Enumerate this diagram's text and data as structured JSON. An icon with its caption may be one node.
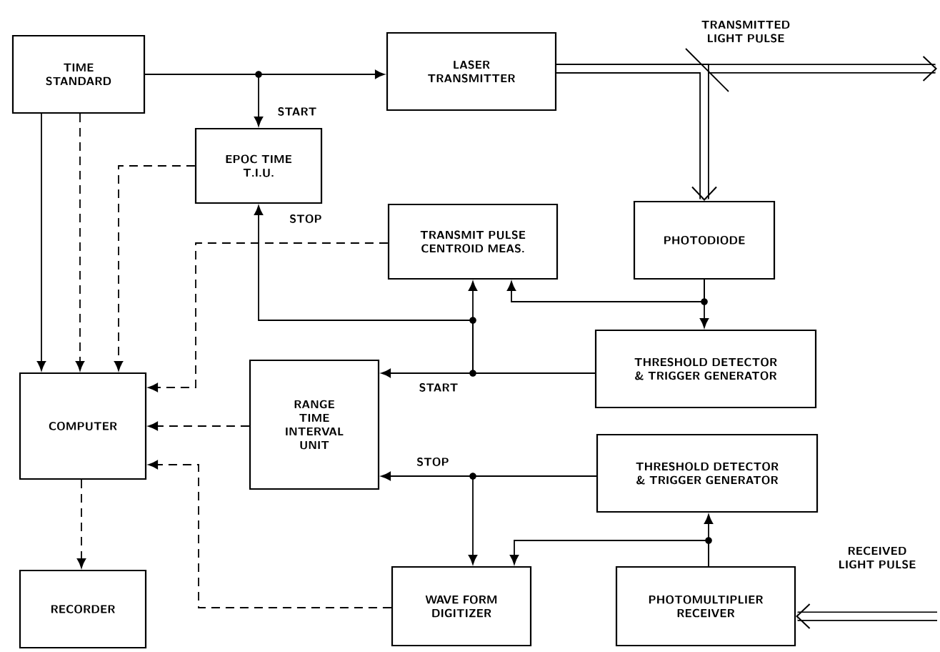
{
  "diagram": {
    "nodes": [
      {
        "text": [
          "TIME STANDARD"
        ]
      },
      {
        "text": [
          "LASER TRANSMITTER"
        ]
      },
      {
        "text": [
          "EPOC TIME T.I.U."
        ]
      },
      {
        "text": [
          "TRANSMIT PULSE CENTROID MEAS."
        ]
      },
      {
        "text": [
          "PHOTODIODE"
        ]
      },
      {
        "text": [
          "THRESHOLD DETECTOR & TRIGGER GENERATOR"
        ]
      },
      {
        "text": [
          "COMPUTER"
        ]
      },
      {
        "text": [
          "RANGE TIME INTERVAL UNIT"
        ]
      },
      {
        "text": [
          "THRESHOLD DETECTOR & TRIGGER GENERATOR"
        ]
      },
      {
        "text": [
          "RECORDER"
        ]
      },
      {
        "text": [
          "WAVE FORM DIGITIZER"
        ]
      },
      {
        "text": [
          "PHOTOMULTIPLIER RECEIVER"
        ]
      }
    ],
    "edges": [
      {
        "from": 0,
        "to": 1,
        "arrow": "to"
      },
      {
        "from": 0,
        "to": 2,
        "arrow": "to",
        "label": "START"
      },
      {
        "from": 0,
        "to": 6,
        "arrow": "to"
      },
      {
        "from": 0,
        "to": 6,
        "arrow": "to",
        "style": "dashed"
      },
      {
        "from": 2,
        "to": 6,
        "arrow": "to",
        "style": "dashed"
      },
      {
        "from": 3,
        "to": 6,
        "arrow": "to",
        "style": "dashed"
      },
      {
        "from": 7,
        "to": 6,
        "arrow": "to",
        "style": "dashed"
      },
      {
        "from": 10,
        "to": 6,
        "arrow": "to",
        "style": "dashed"
      },
      {
        "from": 6,
        "to": 9,
        "arrow": "to",
        "style": "dashed"
      },
      {
        "from": 1,
        "to": null,
        "arrow": "to",
        "style": "thick",
        "label": "TRANSMITTED LIGHT PULSE"
      },
      {
        "from": 1,
        "to": 4,
        "arrow": "to",
        "style": "thick"
      },
      {
        "from": 4,
        "to": 3,
        "arrow": "to"
      },
      {
        "from": 4,
        "to": 5,
        "arrow": "to"
      },
      {
        "from": 5,
        "to": 7,
        "arrow": "to",
        "label": "START"
      },
      {
        "from": 5,
        "to": 3,
        "arrow": "to"
      },
      {
        "from": 5,
        "to": 2,
        "arrow": "to",
        "label": "STOP"
      },
      {
        "from": 8,
        "to": 7,
        "arrow": "to",
        "label": "STOP"
      },
      {
        "from": 8,
        "to": 10,
        "arrow": "to"
      },
      {
        "from": 11,
        "to": 8,
        "arrow": "to"
      },
      {
        "from": 11,
        "to": 10,
        "arrow": "to"
      },
      {
        "from": null,
        "to": 11,
        "arrow": "to",
        "style": "thick",
        "label": "RECEIVED LIGHT PULSE"
      }
    ]
  }
}
